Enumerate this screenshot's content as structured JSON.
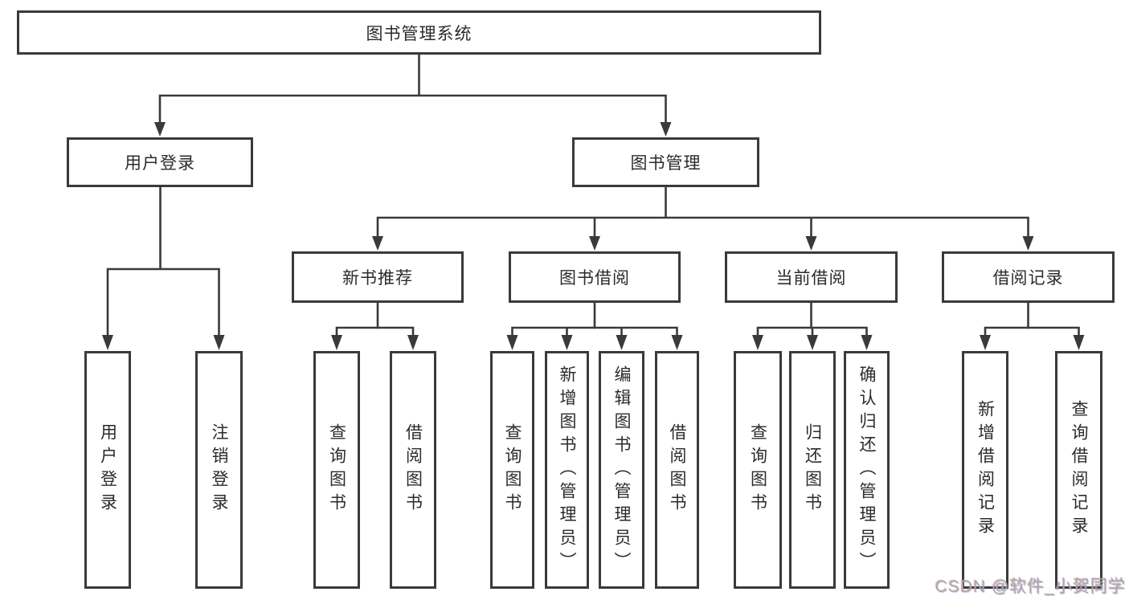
{
  "tree": {
    "root": {
      "label": "图书管理系统"
    },
    "l2": [
      {
        "label": "用户登录"
      },
      {
        "label": "图书管理"
      }
    ],
    "l3": [
      {
        "label": "新书推荐",
        "parent": "图书管理"
      },
      {
        "label": "图书借阅",
        "parent": "图书管理"
      },
      {
        "label": "当前借阅",
        "parent": "图书管理"
      },
      {
        "label": "借阅记录",
        "parent": "图书管理"
      }
    ],
    "leaves": [
      {
        "label": "用户登录",
        "parent": "用户登录"
      },
      {
        "label": "注销登录",
        "parent": "用户登录"
      },
      {
        "label": "查询图书",
        "parent": "新书推荐"
      },
      {
        "label": "借阅图书",
        "parent": "新书推荐"
      },
      {
        "label": "查询图书",
        "parent": "图书借阅"
      },
      {
        "label": "新增图书（管理员）",
        "parent": "图书借阅"
      },
      {
        "label": "编辑图书（管理员）",
        "parent": "图书借阅"
      },
      {
        "label": "借阅图书",
        "parent": "图书借阅"
      },
      {
        "label": "查询图书",
        "parent": "当前借阅"
      },
      {
        "label": "归还图书",
        "parent": "当前借阅"
      },
      {
        "label": "确认归还（管理员）",
        "parent": "当前借阅"
      },
      {
        "label": "新增借阅记录",
        "parent": "借阅记录"
      },
      {
        "label": "查询借阅记录",
        "parent": "借阅记录"
      }
    ]
  },
  "watermark": {
    "text": "CSDN @软件_小贺同学"
  },
  "colors": {
    "line": "#3a3a3a",
    "box_border": "#3a3a3a",
    "text": "#2b2b2b",
    "watermark": "#a8a8a8"
  }
}
